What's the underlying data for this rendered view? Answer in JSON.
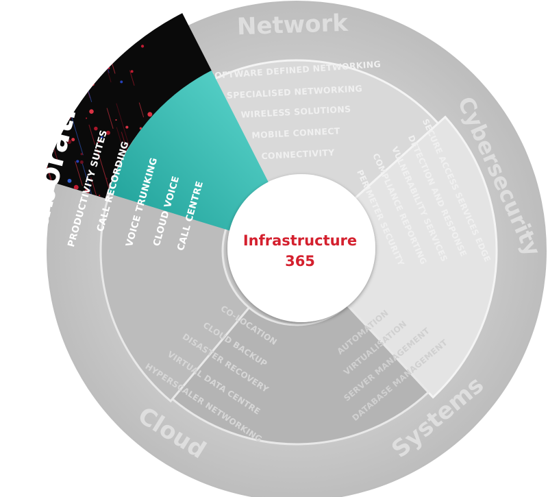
{
  "hub": {
    "line1": "Infrastructure",
    "line2": "365"
  },
  "featured": {
    "title": "Collaboration",
    "items": [
      "PRODUCTIVITY SUITES",
      "CALL RECORDING",
      "VOICE TRUNKING",
      "CLOUD VOICE",
      "CALL CENTRE"
    ]
  },
  "segments": {
    "network": {
      "title": "Network",
      "items": [
        "SOFTWARE DEFINED NETWORKING",
        "SPECIALISED NETWORKING",
        "WIRELESS SOLUTIONS",
        "MOBILE CONNECT",
        "CONNECTIVITY"
      ]
    },
    "cybersecurity": {
      "title": "Cybersecurity",
      "items": [
        "SECURE ACCESS SERVICES EDGE",
        "DETECTION AND RESPONSE",
        "VULNERABILITY SERVICES",
        "COMPLIANCE  REPORTING",
        "PERIMETER SECURITY"
      ]
    },
    "systems": {
      "title": "Systems",
      "items": [
        "AUTOMATION",
        "VIRTUALISATION",
        "SERVER MANAGEMENT",
        "DATABASE MANAGEMENT"
      ]
    },
    "cloud": {
      "title": "Cloud",
      "items": [
        "CO-LOCATION",
        "CLOUD BACKUP",
        "DISASTER RECOVERY",
        "VIRTUAL DATA CENTRE",
        "HYPERSCALER NETWORKING"
      ]
    }
  },
  "colors": {
    "outer_ring": "#c9c9c9",
    "ring_label": "#dedede",
    "network_fill": "#d9d9d9",
    "cyber_fill": "#e4e4e4",
    "systems_fill": "#b4b4b4",
    "cloud_fill": "#bcbcbc",
    "segment_text": "#f0f0f0",
    "teal_dark": "#1c9e96",
    "teal_light": "#5fd8cf",
    "hub_text": "#d4202e",
    "featured_band": "#0a0a0a"
  }
}
